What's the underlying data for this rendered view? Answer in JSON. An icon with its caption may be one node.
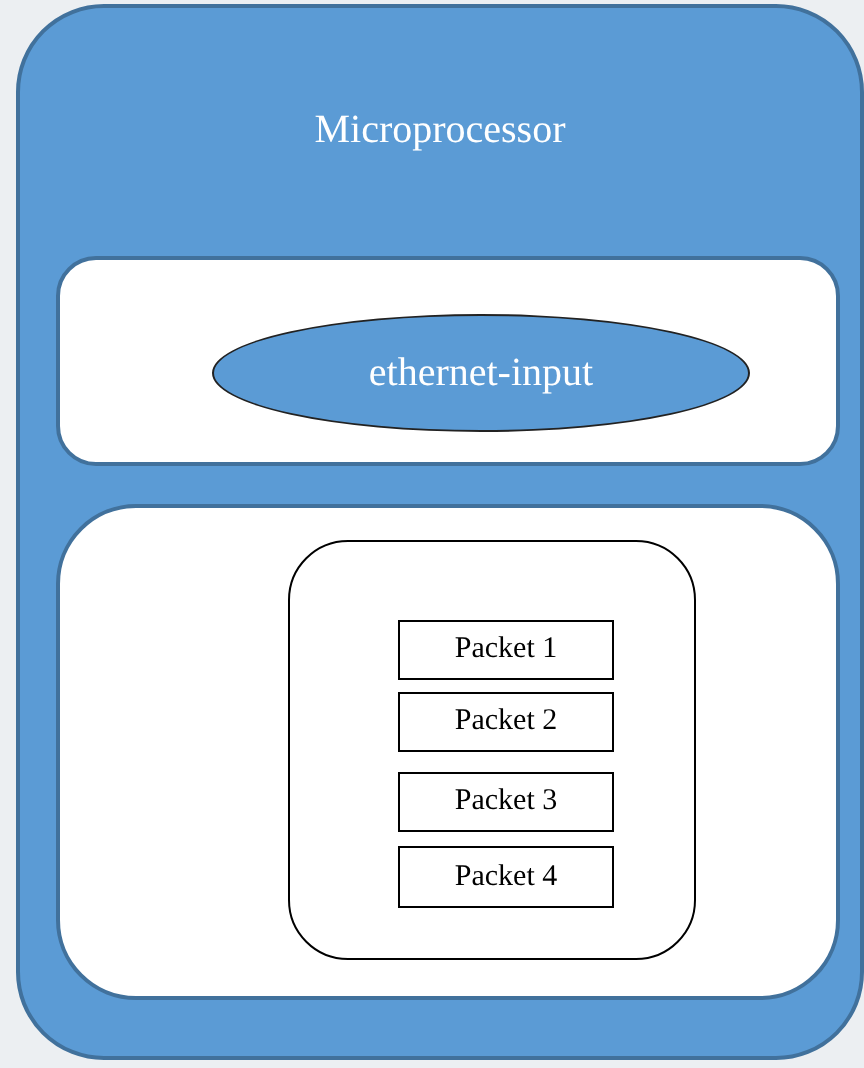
{
  "diagram": {
    "nodes": [
      {
        "text": [
          "Microprocessor"
        ]
      },
      {
        "text": [],
        "shape": "box",
        "in": 0
      },
      {
        "text": [
          "ethernet-input"
        ],
        "in": 1
      },
      {
        "text": [],
        "shape": "box",
        "in": 0
      },
      {
        "text": [],
        "shape": "box",
        "in": 3
      },
      {
        "text": [
          "Packet 1"
        ],
        "in": 4
      },
      {
        "text": [
          "Packet 2"
        ],
        "in": 4
      },
      {
        "text": [
          "Packet 3"
        ],
        "in": 4
      },
      {
        "text": [
          "Packet 4"
        ],
        "in": 4
      }
    ]
  }
}
